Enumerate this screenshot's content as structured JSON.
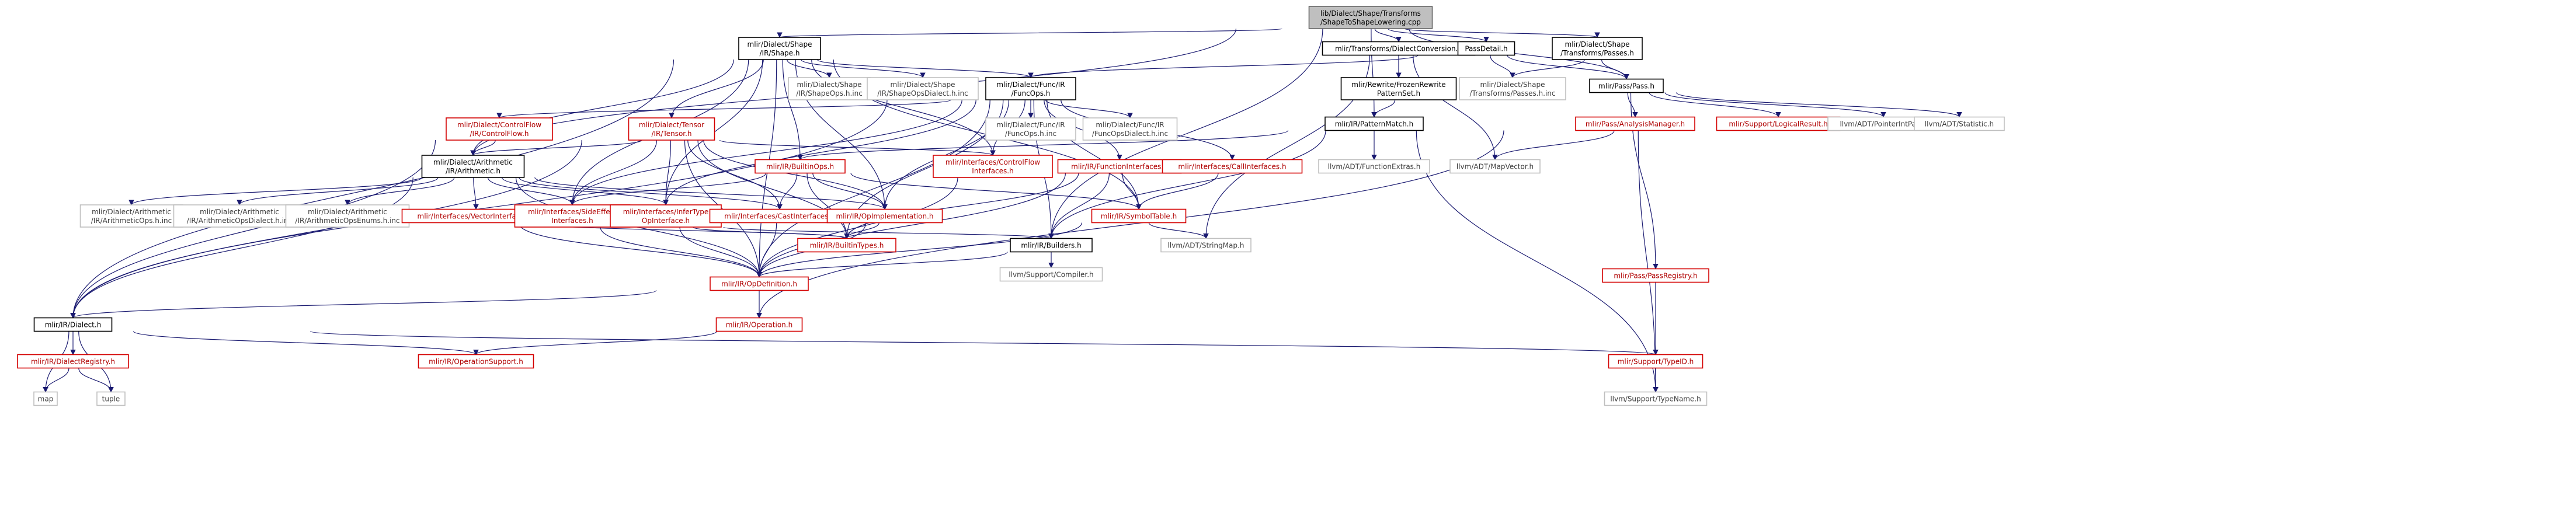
{
  "diagram": {
    "nodes": [
      {
        "id": "root",
        "style": "root",
        "lines": [
          "lib/Dialect/Shape/Transforms",
          "/ShapeToShapeLowering.cpp"
        ]
      },
      {
        "id": "shape_ir_shape_h",
        "style": "black",
        "lines": [
          "mlir/Dialect/Shape",
          "/IR/Shape.h"
        ]
      },
      {
        "id": "dialect_conversion_h",
        "style": "black",
        "lines": [
          "mlir/Transforms/DialectConversion.h"
        ]
      },
      {
        "id": "passdetail_h",
        "style": "black",
        "lines": [
          "PassDetail.h"
        ]
      },
      {
        "id": "shape_transforms_passes_h",
        "style": "black",
        "lines": [
          "mlir/Dialect/Shape",
          "/Transforms/Passes.h"
        ]
      },
      {
        "id": "pass_pass_h",
        "style": "black",
        "lines": [
          "mlir/Pass/Pass.h"
        ]
      },
      {
        "id": "func_ir_funcops_h",
        "style": "black",
        "lines": [
          "mlir/Dialect/Func/IR",
          "/FuncOps.h"
        ]
      },
      {
        "id": "frozen_rewrite_h",
        "style": "black",
        "lines": [
          "mlir/Rewrite/FrozenRewrite",
          "PatternSet.h"
        ]
      },
      {
        "id": "shape_transforms_passes_inc",
        "style": "gray",
        "lines": [
          "mlir/Dialect/Shape",
          "/Transforms/Passes.h.inc"
        ]
      },
      {
        "id": "shape_ops_inc",
        "style": "gray",
        "lines": [
          "mlir/Dialect/Shape",
          "/IR/ShapeOps.h.inc"
        ]
      },
      {
        "id": "shape_ops_dialect_inc",
        "style": "gray",
        "lines": [
          "mlir/Dialect/Shape",
          "/IR/ShapeOpsDialect.h.inc"
        ]
      },
      {
        "id": "controlflow_h",
        "style": "red",
        "lines": [
          "mlir/Dialect/ControlFlow",
          "/IR/ControlFlow.h"
        ]
      },
      {
        "id": "tensor_h",
        "style": "red",
        "lines": [
          "mlir/Dialect/Tensor",
          "/IR/Tensor.h"
        ]
      },
      {
        "id": "func_ops_inc",
        "style": "gray",
        "lines": [
          "mlir/Dialect/Func/IR",
          "/FuncOps.h.inc"
        ]
      },
      {
        "id": "func_ops_dialect_inc",
        "style": "gray",
        "lines": [
          "mlir/Dialect/Func/IR",
          "/FuncOpsDialect.h.inc"
        ]
      },
      {
        "id": "pattern_match_h",
        "style": "black",
        "lines": [
          "mlir/IR/PatternMatch.h"
        ]
      },
      {
        "id": "analysis_manager_h",
        "style": "red",
        "lines": [
          "mlir/Pass/AnalysisManager.h"
        ]
      },
      {
        "id": "logical_result_h",
        "style": "red",
        "lines": [
          "mlir/Support/LogicalResult.h"
        ]
      },
      {
        "id": "pointer_int_pair_h",
        "style": "gray",
        "lines": [
          "llvm/ADT/PointerIntPair.h"
        ]
      },
      {
        "id": "statistic_h",
        "style": "gray",
        "lines": [
          "llvm/ADT/Statistic.h"
        ]
      },
      {
        "id": "arith_h",
        "style": "black",
        "lines": [
          "mlir/Dialect/Arithmetic",
          "/IR/Arithmetic.h"
        ]
      },
      {
        "id": "builtin_ops_h",
        "style": "red",
        "lines": [
          "mlir/IR/BuiltinOps.h"
        ]
      },
      {
        "id": "cf_interfaces_h",
        "style": "red",
        "lines": [
          "mlir/Interfaces/ControlFlow",
          "Interfaces.h"
        ]
      },
      {
        "id": "function_interfaces_h",
        "style": "red",
        "lines": [
          "mlir/IR/FunctionInterfaces.h"
        ]
      },
      {
        "id": "call_interfaces_h",
        "style": "red",
        "lines": [
          "mlir/Interfaces/CallInterfaces.h"
        ]
      },
      {
        "id": "function_extras_h",
        "style": "gray",
        "lines": [
          "llvm/ADT/FunctionExtras.h"
        ]
      },
      {
        "id": "map_vector_h",
        "style": "gray",
        "lines": [
          "llvm/ADT/MapVector.h"
        ]
      },
      {
        "id": "arith_ops_inc",
        "style": "gray",
        "lines": [
          "mlir/Dialect/Arithmetic",
          "/IR/ArithmeticOps.h.inc"
        ]
      },
      {
        "id": "arith_ops_dialect_inc",
        "style": "gray",
        "lines": [
          "mlir/Dialect/Arithmetic",
          "/IR/ArithmeticOpsDialect.h.inc"
        ]
      },
      {
        "id": "arith_ops_enums_inc",
        "style": "gray",
        "lines": [
          "mlir/Dialect/Arithmetic",
          "/IR/ArithmeticOpsEnums.h.inc"
        ]
      },
      {
        "id": "vector_interfaces_h",
        "style": "red",
        "lines": [
          "mlir/Interfaces/VectorInterfaces.h"
        ]
      },
      {
        "id": "side_effect_interfaces_h",
        "style": "red",
        "lines": [
          "mlir/Interfaces/SideEffect",
          "Interfaces.h"
        ]
      },
      {
        "id": "infer_type_h",
        "style": "red",
        "lines": [
          "mlir/Interfaces/InferType",
          "OpInterface.h"
        ]
      },
      {
        "id": "cast_interfaces_h",
        "style": "red",
        "lines": [
          "mlir/Interfaces/CastInterfaces.h"
        ]
      },
      {
        "id": "op_implementation_h",
        "style": "red",
        "lines": [
          "mlir/IR/OpImplementation.h"
        ]
      },
      {
        "id": "symbol_table_h",
        "style": "red",
        "lines": [
          "mlir/IR/SymbolTable.h"
        ]
      },
      {
        "id": "builtin_types_h",
        "style": "red",
        "lines": [
          "mlir/IR/BuiltinTypes.h"
        ]
      },
      {
        "id": "builders_h",
        "style": "black",
        "lines": [
          "mlir/IR/Builders.h"
        ]
      },
      {
        "id": "string_map_h",
        "style": "gray",
        "lines": [
          "llvm/ADT/StringMap.h"
        ]
      },
      {
        "id": "compiler_h",
        "style": "gray",
        "lines": [
          "llvm/Support/Compiler.h"
        ]
      },
      {
        "id": "op_definition_h",
        "style": "red",
        "lines": [
          "mlir/IR/OpDefinition.h"
        ]
      },
      {
        "id": "pass_registry_h",
        "style": "red",
        "lines": [
          "mlir/Pass/PassRegistry.h"
        ]
      },
      {
        "id": "dialect_h",
        "style": "black",
        "lines": [
          "mlir/IR/Dialect.h"
        ]
      },
      {
        "id": "operation_h",
        "style": "red",
        "lines": [
          "mlir/IR/Operation.h"
        ]
      },
      {
        "id": "dialect_registry_h",
        "style": "red",
        "lines": [
          "mlir/IR/DialectRegistry.h"
        ]
      },
      {
        "id": "operation_support_h",
        "style": "red",
        "lines": [
          "mlir/IR/OperationSupport.h"
        ]
      },
      {
        "id": "type_id_h",
        "style": "red",
        "lines": [
          "mlir/Support/TypeID.h"
        ]
      },
      {
        "id": "map",
        "style": "gray",
        "lines": [
          "map"
        ]
      },
      {
        "id": "tuple",
        "style": "gray",
        "lines": [
          "tuple"
        ]
      },
      {
        "id": "type_name_h",
        "style": "gray",
        "lines": [
          "llvm/Support/TypeName.h"
        ]
      }
    ],
    "edges": [
      [
        "root",
        "shape_ir_shape_h"
      ],
      [
        "root",
        "dialect_conversion_h"
      ],
      [
        "root",
        "passdetail_h"
      ],
      [
        "root",
        "shape_transforms_passes_h"
      ],
      [
        "root",
        "pass_pass_h"
      ],
      [
        "root",
        "pattern_match_h"
      ],
      [
        "root",
        "builders_h"
      ],
      [
        "root",
        "arith_h"
      ],
      [
        "shape_ir_shape_h",
        "func_ir_funcops_h"
      ],
      [
        "shape_ir_shape_h",
        "shape_ops_inc"
      ],
      [
        "shape_ir_shape_h",
        "shape_ops_dialect_inc"
      ],
      [
        "shape_ir_shape_h",
        "tensor_h"
      ],
      [
        "shape_ir_shape_h",
        "arith_h"
      ],
      [
        "shape_ir_shape_h",
        "builtin_ops_h"
      ],
      [
        "shape_ir_shape_h",
        "cf_interfaces_h"
      ],
      [
        "shape_ir_shape_h",
        "side_effect_interfaces_h"
      ],
      [
        "shape_ir_shape_h",
        "infer_type_h"
      ],
      [
        "shape_ir_shape_h",
        "op_implementation_h"
      ],
      [
        "shape_ir_shape_h",
        "symbol_table_h"
      ],
      [
        "shape_ir_shape_h",
        "op_definition_h"
      ],
      [
        "shape_ir_shape_h",
        "dialect_h"
      ],
      [
        "dialect_conversion_h",
        "frozen_rewrite_h"
      ],
      [
        "dialect_conversion_h",
        "map_vector_h"
      ],
      [
        "dialect_conversion_h",
        "string_map_h"
      ],
      [
        "passdetail_h",
        "func_ir_funcops_h"
      ],
      [
        "passdetail_h",
        "pass_pass_h"
      ],
      [
        "passdetail_h",
        "shape_transforms_passes_inc"
      ],
      [
        "shape_transforms_passes_h",
        "pass_pass_h"
      ],
      [
        "shape_transforms_passes_h",
        "shape_transforms_passes_inc"
      ],
      [
        "pass_pass_h",
        "analysis_manager_h"
      ],
      [
        "pass_pass_h",
        "logical_result_h"
      ],
      [
        "pass_pass_h",
        "pointer_int_pair_h"
      ],
      [
        "pass_pass_h",
        "statistic_h"
      ],
      [
        "pass_pass_h",
        "pass_registry_h"
      ],
      [
        "frozen_rewrite_h",
        "pattern_match_h"
      ],
      [
        "func_ir_funcops_h",
        "controlflow_h"
      ],
      [
        "func_ir_funcops_h",
        "func_ops_inc"
      ],
      [
        "func_ir_funcops_h",
        "func_ops_dialect_inc"
      ],
      [
        "func_ir_funcops_h",
        "function_interfaces_h"
      ],
      [
        "func_ir_funcops_h",
        "call_interfaces_h"
      ],
      [
        "func_ir_funcops_h",
        "cf_interfaces_h"
      ],
      [
        "func_ir_funcops_h",
        "side_effect_interfaces_h"
      ],
      [
        "func_ir_funcops_h",
        "infer_type_h"
      ],
      [
        "func_ir_funcops_h",
        "op_implementation_h"
      ],
      [
        "func_ir_funcops_h",
        "symbol_table_h"
      ],
      [
        "func_ir_funcops_h",
        "builders_h"
      ],
      [
        "func_ir_funcops_h",
        "builtin_types_h"
      ],
      [
        "func_ir_funcops_h",
        "op_definition_h"
      ],
      [
        "func_ir_funcops_h",
        "dialect_h"
      ],
      [
        "controlflow_h",
        "arith_h"
      ],
      [
        "controlflow_h",
        "dialect_h"
      ],
      [
        "tensor_h",
        "arith_h"
      ],
      [
        "tensor_h",
        "cf_interfaces_h"
      ],
      [
        "tensor_h",
        "side_effect_interfaces_h"
      ],
      [
        "tensor_h",
        "infer_type_h"
      ],
      [
        "tensor_h",
        "cast_interfaces_h"
      ],
      [
        "tensor_h",
        "op_implementation_h"
      ],
      [
        "tensor_h",
        "builtin_types_h"
      ],
      [
        "tensor_h",
        "op_definition_h"
      ],
      [
        "tensor_h",
        "dialect_h"
      ],
      [
        "pattern_match_h",
        "builtin_ops_h"
      ],
      [
        "pattern_match_h",
        "function_extras_h"
      ],
      [
        "pattern_match_h",
        "type_name_h"
      ],
      [
        "pattern_match_h",
        "builders_h"
      ],
      [
        "analysis_manager_h",
        "map_vector_h"
      ],
      [
        "analysis_manager_h",
        "type_name_h"
      ],
      [
        "analysis_manager_h",
        "operation_h"
      ],
      [
        "arith_h",
        "arith_ops_inc"
      ],
      [
        "arith_h",
        "arith_ops_dialect_inc"
      ],
      [
        "arith_h",
        "arith_ops_enums_inc"
      ],
      [
        "arith_h",
        "vector_interfaces_h"
      ],
      [
        "arith_h",
        "side_effect_interfaces_h"
      ],
      [
        "arith_h",
        "infer_type_h"
      ],
      [
        "arith_h",
        "cast_interfaces_h"
      ],
      [
        "arith_h",
        "op_implementation_h"
      ],
      [
        "arith_h",
        "op_definition_h"
      ],
      [
        "arith_h",
        "dialect_h"
      ],
      [
        "builtin_ops_h",
        "side_effect_interfaces_h"
      ],
      [
        "builtin_ops_h",
        "cast_interfaces_h"
      ],
      [
        "builtin_ops_h",
        "op_implementation_h"
      ],
      [
        "builtin_ops_h",
        "symbol_table_h"
      ],
      [
        "builtin_ops_h",
        "builtin_types_h"
      ],
      [
        "cf_interfaces_h",
        "op_definition_h"
      ],
      [
        "function_interfaces_h",
        "symbol_table_h"
      ],
      [
        "function_interfaces_h",
        "builders_h"
      ],
      [
        "function_interfaces_h",
        "builtin_types_h"
      ],
      [
        "function_interfaces_h",
        "op_definition_h"
      ],
      [
        "call_interfaces_h",
        "symbol_table_h"
      ],
      [
        "vector_interfaces_h",
        "builtin_types_h"
      ],
      [
        "vector_interfaces_h",
        "op_definition_h"
      ],
      [
        "side_effect_interfaces_h",
        "op_definition_h"
      ],
      [
        "infer_type_h",
        "builders_h"
      ],
      [
        "infer_type_h",
        "builtin_types_h"
      ],
      [
        "infer_type_h",
        "op_definition_h"
      ],
      [
        "cast_interfaces_h",
        "op_definition_h"
      ],
      [
        "op_implementation_h",
        "builtin_types_h"
      ],
      [
        "op_implementation_h",
        "op_definition_h"
      ],
      [
        "symbol_table_h",
        "string_map_h"
      ],
      [
        "symbol_table_h",
        "op_definition_h"
      ],
      [
        "builders_h",
        "compiler_h"
      ],
      [
        "builders_h",
        "op_definition_h"
      ],
      [
        "op_definition_h",
        "operation_h"
      ],
      [
        "op_definition_h",
        "dialect_h"
      ],
      [
        "pass_registry_h",
        "type_id_h"
      ],
      [
        "dialect_h",
        "dialect_registry_h"
      ],
      [
        "dialect_h",
        "operation_support_h"
      ],
      [
        "dialect_h",
        "type_id_h"
      ],
      [
        "dialect_h",
        "map"
      ],
      [
        "dialect_h",
        "tuple"
      ],
      [
        "operation_h",
        "operation_support_h"
      ],
      [
        "dialect_registry_h",
        "map"
      ],
      [
        "dialect_registry_h",
        "tuple"
      ],
      [
        "type_id_h",
        "type_name_h"
      ]
    ]
  }
}
